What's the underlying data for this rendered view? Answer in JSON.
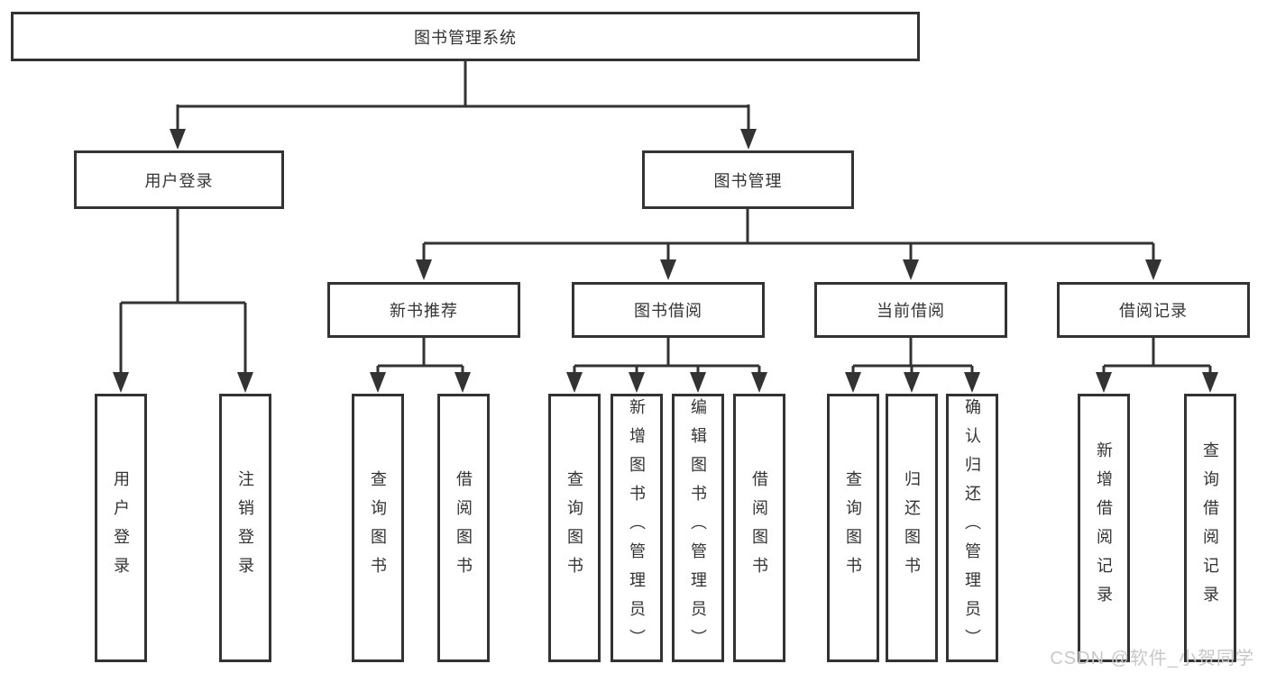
{
  "diagram_title": "图书管理系统",
  "tree": {
    "label": "图书管理系统",
    "children": [
      {
        "label": "用户登录",
        "children": [
          {
            "label": "用户登录"
          },
          {
            "label": "注销登录"
          }
        ]
      },
      {
        "label": "图书管理",
        "children": [
          {
            "label": "新书推荐",
            "children": [
              {
                "label": "查询图书"
              },
              {
                "label": "借阅图书"
              }
            ]
          },
          {
            "label": "图书借阅",
            "children": [
              {
                "label": "查询图书"
              },
              {
                "label": "新增图书（管理员）"
              },
              {
                "label": "编辑图书（管理员）"
              },
              {
                "label": "借阅图书"
              }
            ]
          },
          {
            "label": "当前借阅",
            "children": [
              {
                "label": "查询图书"
              },
              {
                "label": "归还图书"
              },
              {
                "label": "确认归还（管理员）"
              }
            ]
          },
          {
            "label": "借阅记录",
            "children": [
              {
                "label": "新增借阅记录"
              },
              {
                "label": "查询借阅记录"
              }
            ]
          }
        ]
      }
    ]
  },
  "watermark": "CSDN @软件_小贺同学",
  "colors": {
    "line": "#333333",
    "text": "#333333",
    "box_fill": "#ffffff",
    "watermark": "#c8c8c8",
    "background": "#ffffff"
  }
}
